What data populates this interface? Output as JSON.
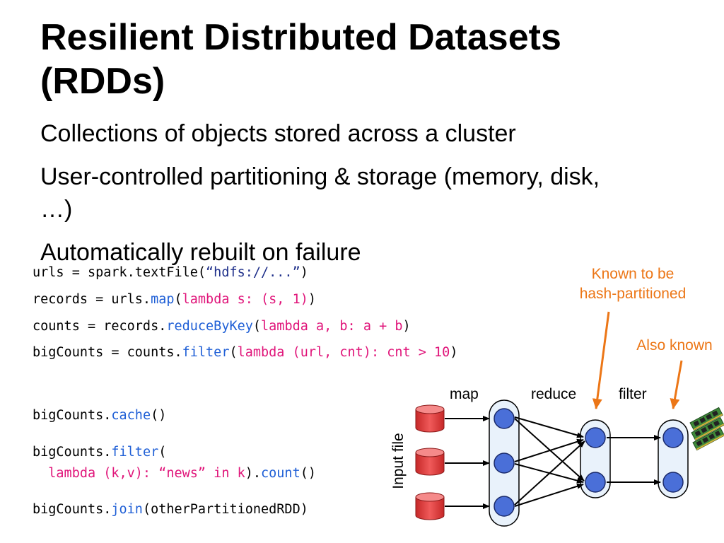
{
  "slide": {
    "title_line1": "Resilient Distributed Datasets",
    "title_line2": "(RDDs)",
    "bullets": [
      "Collections of objects stored across a cluster",
      "User-controlled partitioning & storage (memory, disk,",
      "…)",
      "Automatically rebuilt on failure"
    ]
  },
  "code": {
    "line1": {
      "a": "urls = spark.textFile(",
      "s": "“hdfs://...”",
      "b": ")"
    },
    "line2": {
      "a": "records = urls.",
      "m": "map",
      "b": "(",
      "p": "lambda s: (s, 1)",
      "c": ")"
    },
    "line3": {
      "a": "counts = records.",
      "m": "reduceByKey",
      "b": "(",
      "p": "lambda a, b: a + b",
      "c": ")"
    },
    "line4": {
      "a": "bigCounts = counts.",
      "m": "filter",
      "b": "(",
      "p": "lambda (url, cnt): cnt > 10",
      "c": ")"
    },
    "line5": {
      "a": "bigCounts.",
      "m": "cache",
      "b": "()"
    },
    "line6": {
      "a": "bigCounts.",
      "m": "filter",
      "b": "("
    },
    "line7": {
      "p": "lambda (k,v): “news” in k",
      "a": ").",
      "m": "count",
      "b": "()"
    },
    "line8": {
      "a": "bigCounts.",
      "m": "join",
      "b": "(otherPartitionedRDD)"
    }
  },
  "diagram": {
    "note_hash_line1": "Known to be",
    "note_hash_line2": "hash-partitioned",
    "note_also": "Also known",
    "label_map": "map",
    "label_reduce": "reduce",
    "label_filter": "filter",
    "label_input": "Input file",
    "colors": {
      "node": "#4a6fd8",
      "cylinder": "#e04444",
      "arrow": "#ec7616",
      "memory": "#4a8a3a"
    }
  }
}
